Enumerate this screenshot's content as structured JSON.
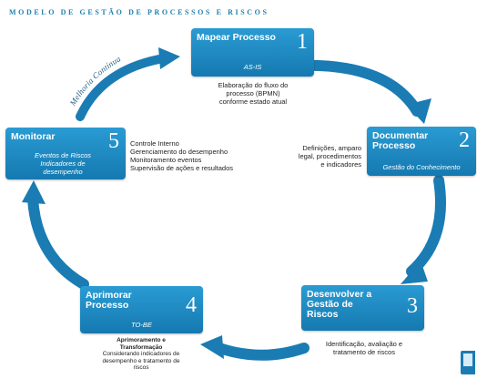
{
  "title": "MODELO DE GESTÃO DE PROCESSOS E RISCOS",
  "cycle_label": "Melhoria Contínua",
  "colors": {
    "box": "#1a86c2",
    "arrow": "#1a7cb3",
    "title": "#1e7fb0"
  },
  "steps": [
    {
      "name": "Mapear Processo",
      "number": "1",
      "subtitle": "AS-IS",
      "description": [
        "Elaboração do fluxo do",
        "processo (BPMN)",
        "conforme estado atual"
      ]
    },
    {
      "name": "Documentar Processo",
      "number": "2",
      "subtitle": "Gestão do Conhecimento",
      "description": [
        "Definições, amparo",
        "legal, procedimentos",
        "e indicadores"
      ]
    },
    {
      "name": "Desenvolver a Gestão de Riscos",
      "number": "3",
      "subtitle": "",
      "description": [
        "Identificação, avaliação e",
        "tratamento de riscos"
      ]
    },
    {
      "name": "Aprimorar Processo",
      "number": "4",
      "subtitle": "TO-BE",
      "description_title": [
        "Aprimoramento e",
        "Transformação"
      ],
      "description": [
        "Considerando indicadores de",
        "desempenho e tratamento de",
        "riscos"
      ]
    },
    {
      "name": "Monitorar",
      "number": "5",
      "subtitle": "Eventos de Riscos Indicadores de desempenho",
      "description": [
        "Controle Interno",
        "Gerenciamento do desempenho",
        "Monitoramento eventos",
        "Supervisão de ações e resultados"
      ]
    }
  ]
}
